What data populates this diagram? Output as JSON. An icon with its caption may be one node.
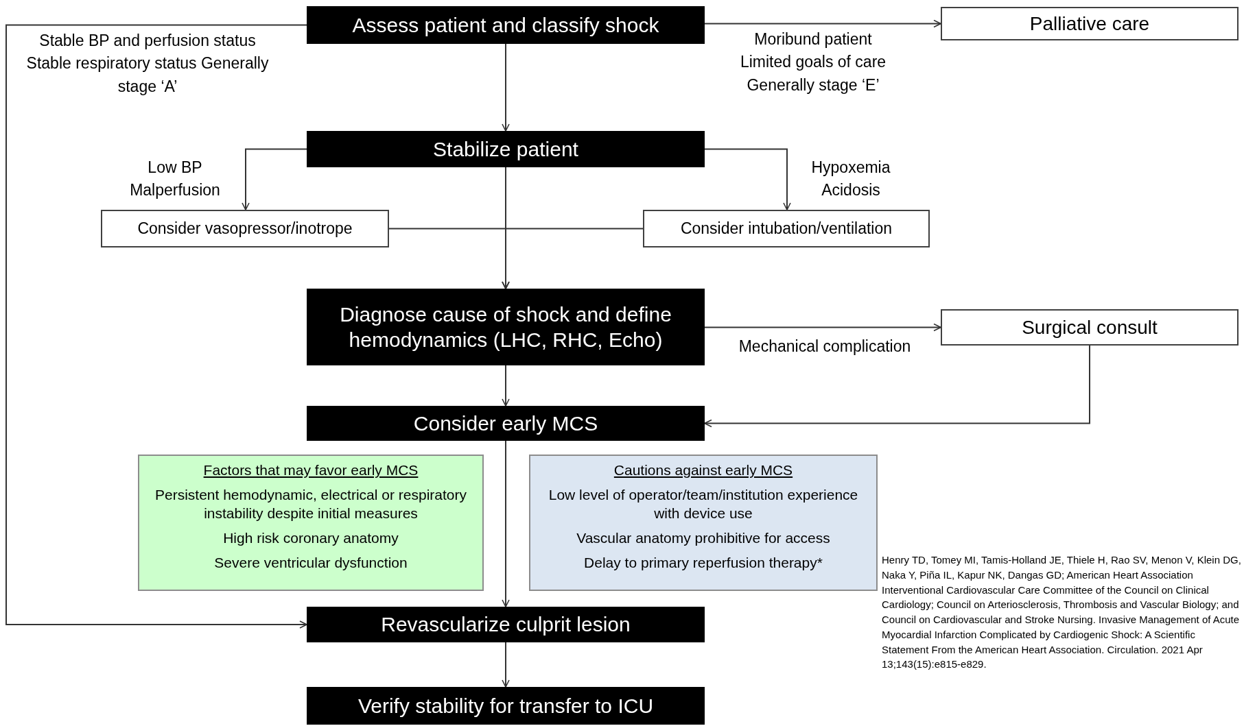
{
  "diagram": {
    "nodes": [
      {
        "text": [
          "Assess patient and classify shock"
        ]
      },
      {
        "text": [
          "Palliative care"
        ]
      },
      {
        "text": [
          "Stabilize patient"
        ]
      },
      {
        "text": [
          "Consider vasopressor/inotrope"
        ]
      },
      {
        "text": [
          "Consider intubation/ventilation"
        ]
      },
      {
        "text": [
          "Diagnose cause of shock and define hemodynamics (LHC, RHC, Echo)"
        ]
      },
      {
        "text": [
          "Surgical consult"
        ]
      },
      {
        "text": [
          "Consider early MCS"
        ]
      },
      {
        "text": [
          "Factors that may favor early MCS",
          "Persistent hemodynamic, electrical or respiratory instability despite initial measures",
          "High risk coronary anatomy",
          "Severe ventricular dysfunction"
        ]
      },
      {
        "text": [
          "Cautions against early MCS",
          "Low level of operator/team/institution experience with device use",
          "Vascular anatomy prohibitive for access",
          "Delay to primary reperfusion therapy*"
        ]
      },
      {
        "text": [
          "Revascularize culprit lesion"
        ]
      },
      {
        "text": [
          "Verify stability for transfer to ICU"
        ]
      }
    ],
    "edges": [
      {
        "from": 0,
        "to": 1,
        "arrow": "to",
        "label": "Moribund patient Limited goals of care Generally stage ‘E’"
      },
      {
        "from": 0,
        "to": 10,
        "arrow": "to",
        "label": "Stable BP and perfusion status Stable respiratory status Generally stage ‘A’"
      },
      {
        "from": 0,
        "to": 2,
        "arrow": "to"
      },
      {
        "from": 2,
        "to": 3,
        "arrow": "to",
        "label": "Low BP Malperfusion"
      },
      {
        "from": 2,
        "to": 4,
        "arrow": "to",
        "label": "Hypoxemia Acidosis"
      },
      {
        "from": 2,
        "to": 5,
        "arrow": "to"
      },
      {
        "from": 3,
        "to": 5,
        "arrow": "to"
      },
      {
        "from": 4,
        "to": 5,
        "arrow": "to"
      },
      {
        "from": 5,
        "to": 6,
        "arrow": "to",
        "label": "Mechanical complication"
      },
      {
        "from": 6,
        "to": 7,
        "arrow": "to"
      },
      {
        "from": 5,
        "to": 7,
        "arrow": "to"
      },
      {
        "from": 7,
        "to": 10,
        "arrow": "to"
      },
      {
        "from": 10,
        "to": 11,
        "arrow": "to"
      }
    ],
    "labels": [
      "Henry TD, Tomey MI, Tamis-Holland JE, Thiele H, Rao SV, Menon V, Klein DG, Naka Y, Piña IL, Kapur NK, Dangas GD; American Heart Association Interventional Cardiovascular Care Committee of the Council on Clinical Cardiology; Council on Arteriosclerosis, Thrombosis and Vascular Biology; and Council on Cardiovascular and Stroke Nursing. Invasive Management of Acute Myocardial Infarction Complicated by Cardiogenic Shock: A Scientific Statement From the American Heart Association. Circulation. 2021 Apr 13;143(15):e815-e829."
    ]
  }
}
